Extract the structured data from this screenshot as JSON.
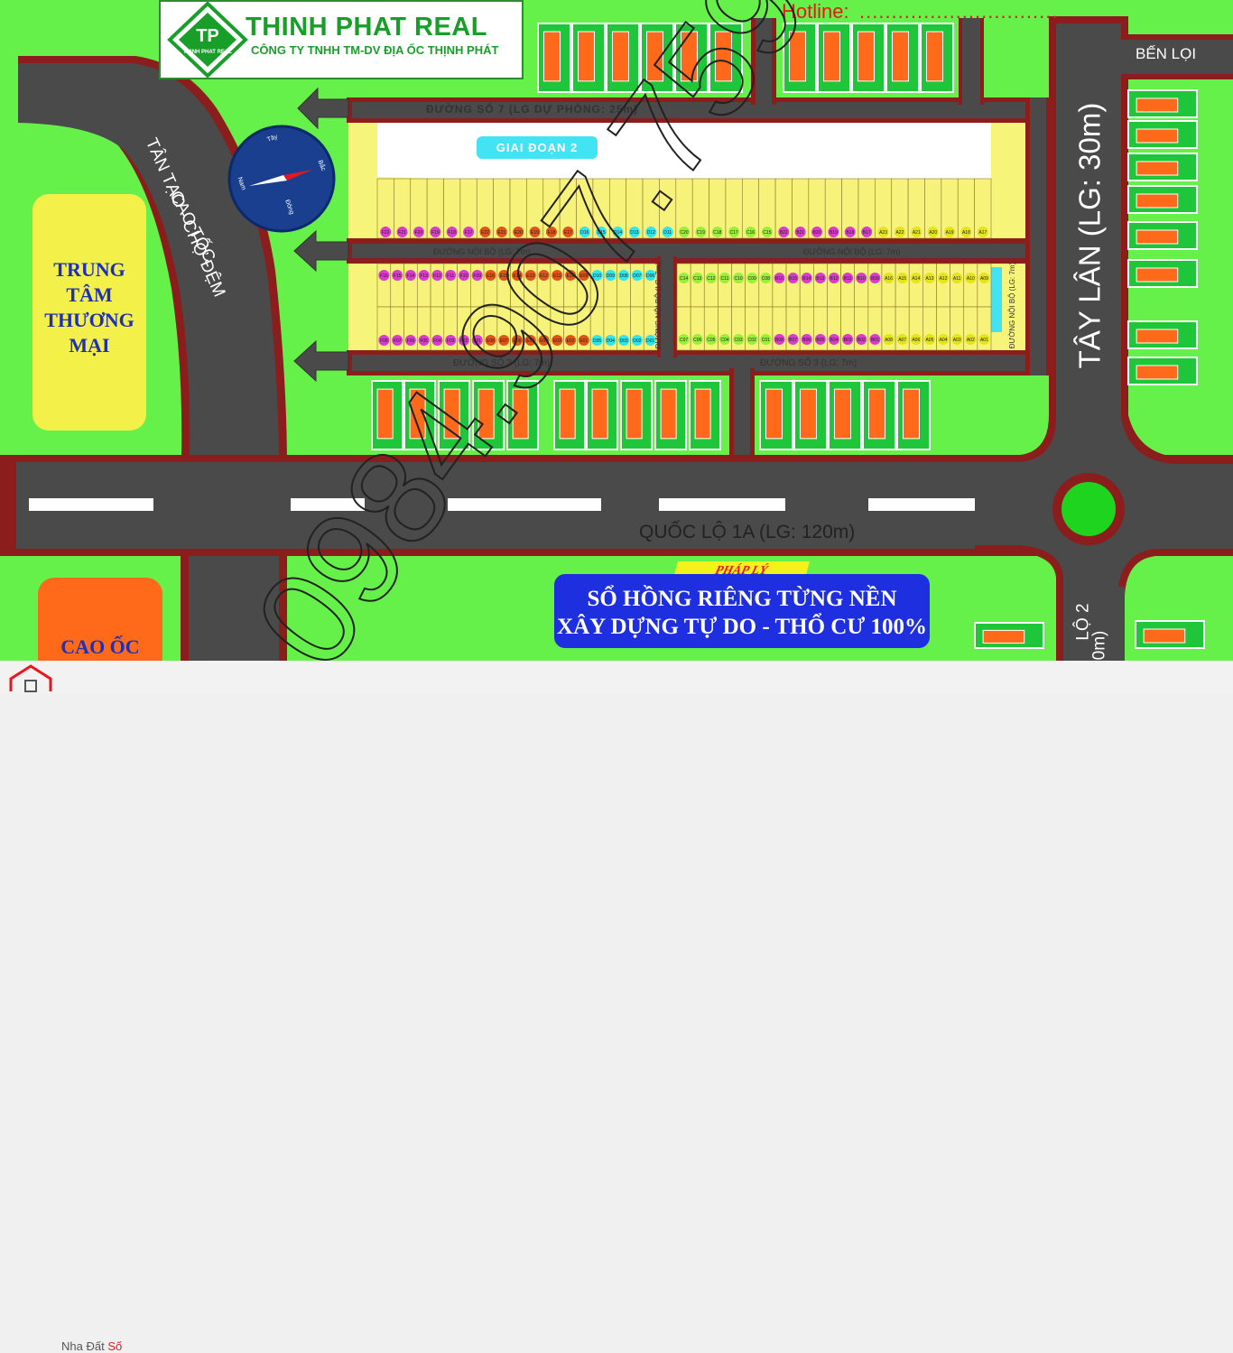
{
  "brand": {
    "name": "THINH PHAT REAL",
    "company": "CÔNG TY TNHH TM-DV ĐỊA ỐC THỊNH PHÁT",
    "logo_letters": "TP",
    "logo_caption": "THINH PHAT REAL",
    "hotline_label": "Hotline:",
    "hotline_dots": "...............................",
    "watermark_phone": "0984.907.759",
    "colors": {
      "green": "#1a9e2a",
      "red": "#e8171f",
      "blue": "#1e2fe0"
    }
  },
  "roads": {
    "duong_so_7": "ĐƯỜNG SỐ 7 (LG DỰ PHÒNG: 25m)",
    "noi_bo_left": "ĐƯỜNG NỘI BỘ (LG: 7m)",
    "noi_bo_right": "ĐƯỜNG NỘI BỘ (LG: 7m)",
    "noi_bo_vertical": "ĐƯỜNG NỘI BỘ (LG: 7m)",
    "noi_bo_vertical_right": "ĐƯỜNG NỘI BỘ (LG: 7m)",
    "duong_so_3_left": "ĐƯỜNG SỐ 3 (LG: 7m)",
    "duong_so_3_right": "ĐƯỜNG SỐ 3 (LG: 7m)",
    "quoc_lo": "QUỐC LỘ 1A (LG: 120m)",
    "tay_lan": "TÂY LÂN (LG: 30m)",
    "ben_loi": "BẾN LỌI",
    "highway_line1": "CAO TỐC",
    "highway_line2": "TÂN TẠO - CHỢ ĐỆM",
    "tinh_lo_fragment": "LỘ 2",
    "tinh_lo_width_fragment": "0m)"
  },
  "areas": {
    "mall": "TRUNG\nTÂM\nTHƯƠNG\nMẠI",
    "office": "CAO ỐC",
    "stage2": "GIAI ĐOẠN 2"
  },
  "compass": {
    "north": "Bắc",
    "south": "Nam",
    "west": "Tây",
    "east": "Đông"
  },
  "legal": {
    "badge": "PHÁP LÝ",
    "text": "SỔ HỒNG RIÊNG TỪNG NỀN\nXÂY DỰNG TỰ DO - THỔ CƯ 100%"
  },
  "lots": {
    "top_row": [
      "F22",
      "F21",
      "F20",
      "F19",
      "F18",
      "F17",
      "E22",
      "E21",
      "E20",
      "E19",
      "E18",
      "E17",
      "D16",
      "D15",
      "D14",
      "D13",
      "D12",
      "D11",
      "C20",
      "C19",
      "C18",
      "C17",
      "C16",
      "C15",
      "B22",
      "B21",
      "B20",
      "B19",
      "B18",
      "B17",
      "A23",
      "A22",
      "A21",
      "A20",
      "A19",
      "A18",
      "A17"
    ],
    "mid_left": [
      "F16",
      "F15",
      "F14",
      "F13",
      "F12",
      "F11",
      "F10",
      "F09",
      "E16",
      "E15",
      "E14",
      "E13",
      "E12",
      "E11",
      "E10",
      "E09",
      "D10",
      "D09",
      "D08",
      "D07",
      "D06"
    ],
    "mid_right": [
      "C14",
      "C13",
      "C12",
      "C11",
      "C10",
      "C09",
      "C08",
      "B16",
      "B15",
      "B14",
      "B13",
      "B12",
      "B11",
      "B10",
      "B09",
      "A16",
      "A15",
      "A14",
      "A13",
      "A12",
      "A11",
      "A10",
      "A09"
    ],
    "bot_left": [
      "F08",
      "F07",
      "F06",
      "F05",
      "F04",
      "F03",
      "F02",
      "F01",
      "E08",
      "E07",
      "E06",
      "E05",
      "E04",
      "E03",
      "E02",
      "E01",
      "D05",
      "D04",
      "D03",
      "D02",
      "D01"
    ],
    "bot_right": [
      "C07",
      "C06",
      "C05",
      "C04",
      "C03",
      "C02",
      "C01",
      "B08",
      "B07",
      "B06",
      "B05",
      "B04",
      "B03",
      "B02",
      "B01",
      "A08",
      "A07",
      "A06",
      "A05",
      "A04",
      "A03",
      "A02",
      "A01"
    ]
  },
  "footer": {
    "site_a": "Nha Đất ",
    "site_b": "Số"
  }
}
